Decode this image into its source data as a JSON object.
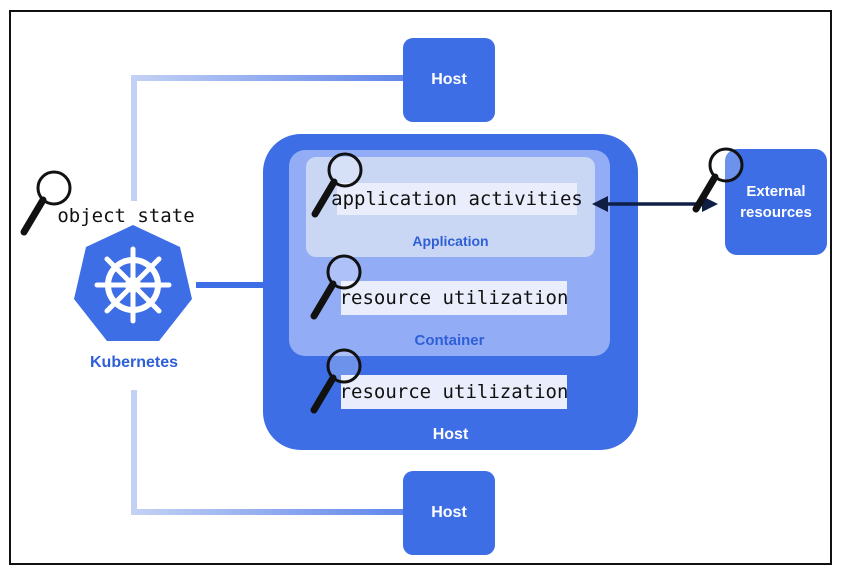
{
  "diagram": {
    "hosts": {
      "top": "Host",
      "bottom": "Host",
      "main": "Host"
    },
    "container_label": "Container",
    "application_label": "Application",
    "metrics": {
      "application": "application activities",
      "container": "resource utilization",
      "host": "resource utilization",
      "kubernetes": "object state"
    },
    "kubernetes_label": "Kubernetes",
    "external": {
      "line1": "External",
      "line2": "resources"
    },
    "icons": [
      "magnifier-icon",
      "kubernetes-helm-icon",
      "double-arrow-icon"
    ],
    "colors": {
      "host_blue": "#3d6ee6",
      "container_blue": "#93acf6",
      "application_blue": "#c9d7f5",
      "connector_light": "#b8c8f2",
      "label_blue": "#2f5fd6",
      "arrow": "#0f1e45"
    }
  }
}
